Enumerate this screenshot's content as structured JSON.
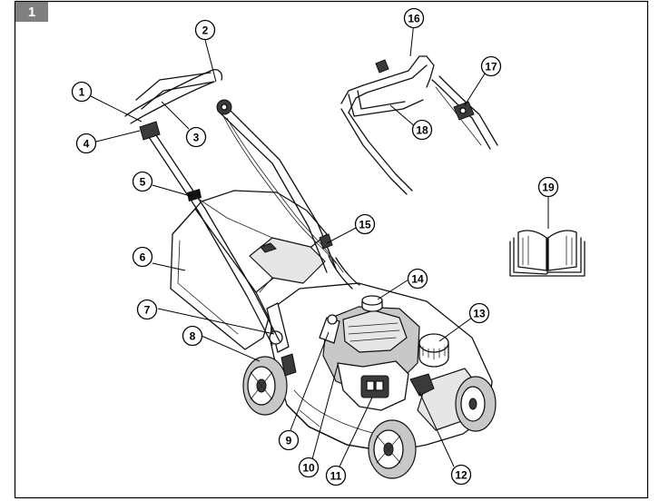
{
  "figure": {
    "tab_label": "1",
    "callouts": [
      {
        "id": "1"
      },
      {
        "id": "2"
      },
      {
        "id": "3"
      },
      {
        "id": "4"
      },
      {
        "id": "5"
      },
      {
        "id": "6"
      },
      {
        "id": "7"
      },
      {
        "id": "8"
      },
      {
        "id": "9"
      },
      {
        "id": "10"
      },
      {
        "id": "11"
      },
      {
        "id": "12"
      },
      {
        "id": "13"
      },
      {
        "id": "14"
      },
      {
        "id": "15"
      },
      {
        "id": "16"
      },
      {
        "id": "17"
      },
      {
        "id": "18"
      },
      {
        "id": "19"
      }
    ]
  },
  "colors": {
    "tab_background": "#7f7f7f",
    "tab_text": "#ffffff",
    "line_art": "#111111",
    "background": "#ffffff"
  },
  "icons": {
    "manual": "open-book-icon",
    "mower": "lawn-mower-illustration"
  }
}
